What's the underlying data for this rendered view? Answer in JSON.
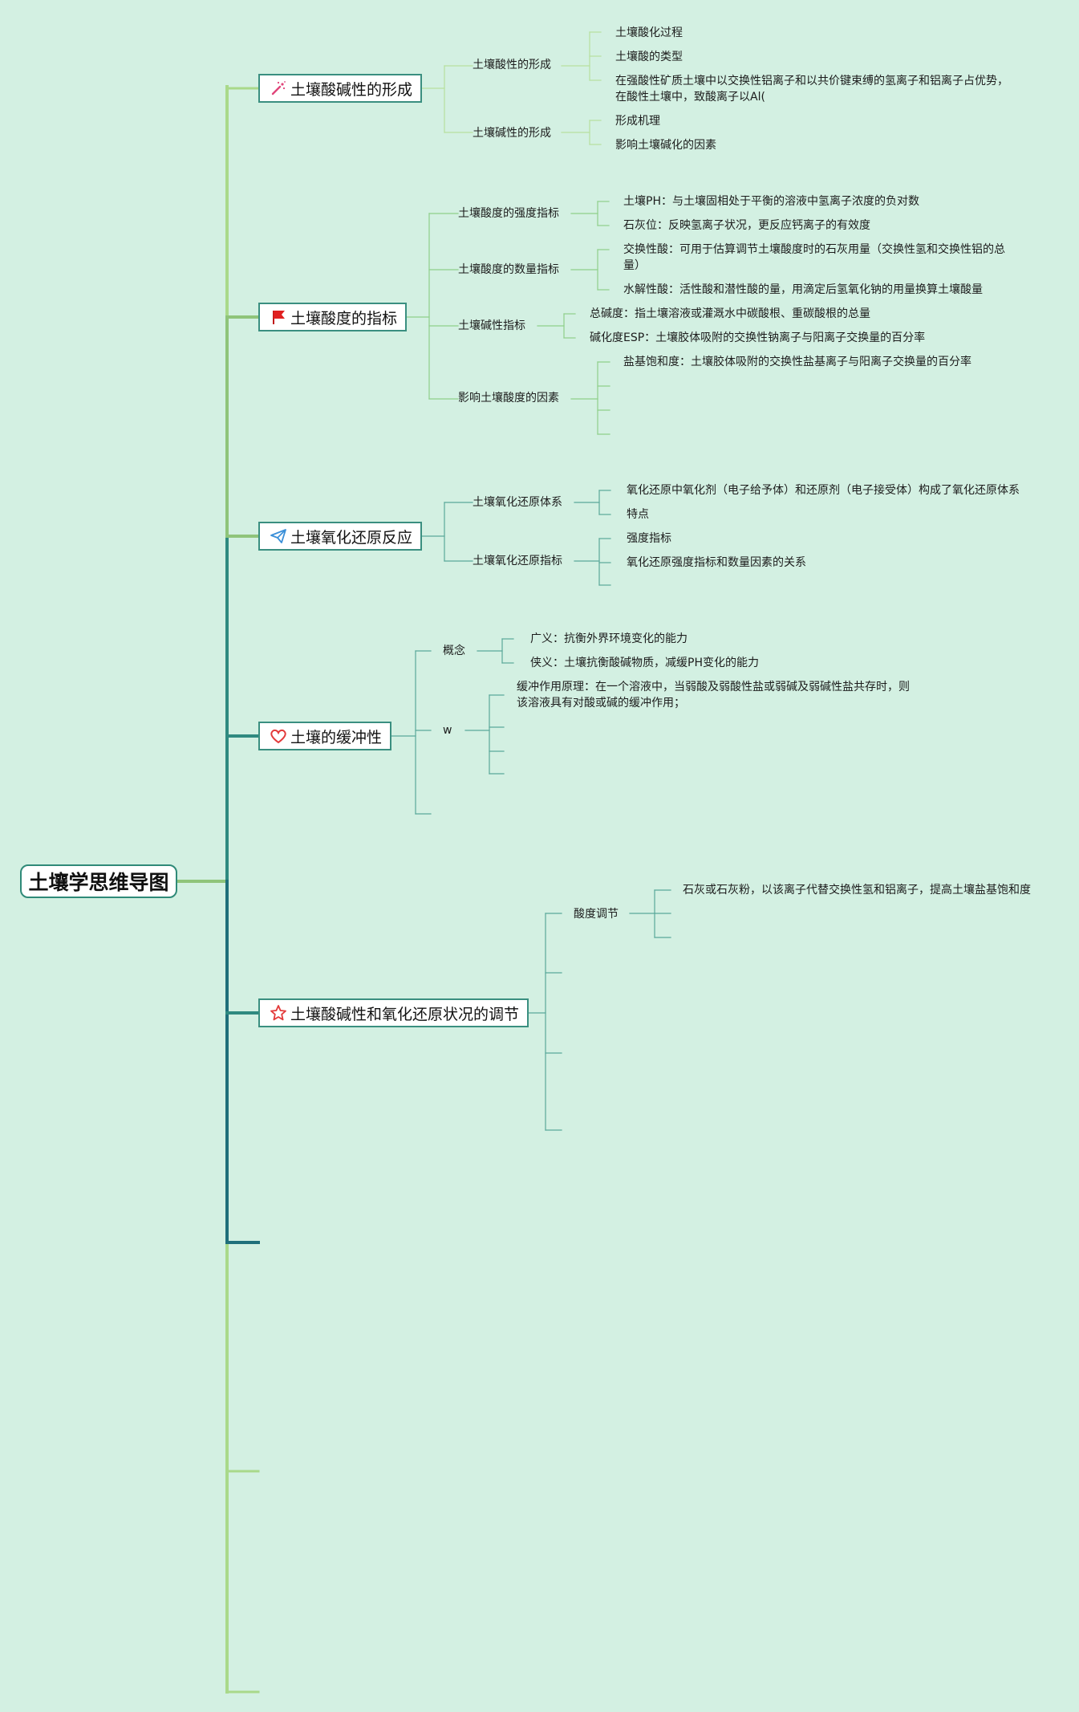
{
  "root": {
    "title": "土壤学思维导图"
  },
  "topics": [
    {
      "id": "t1",
      "icon": "magic-wand-icon",
      "title": "土壤酸碱性的形成",
      "children": [
        {
          "label": "土壤酸性的形成",
          "leaves": [
            "土壤酸化过程",
            "土壤酸的类型",
            "在强酸性矿质土壤中以交换性铝离子和以共价键束缚的氢离子和铝离子占优势，在酸性土壤中，致酸离子以Al("
          ]
        },
        {
          "label": "土壤碱性的形成",
          "leaves": [
            "形成机理",
            "影响土壤碱化的因素"
          ]
        }
      ]
    },
    {
      "id": "t2",
      "icon": "flag-icon",
      "title": "土壤酸度的指标",
      "children": [
        {
          "label": "土壤酸度的强度指标",
          "leaves": [
            "土壤PH：与土壤固相处于平衡的溶液中氢离子浓度的负对数",
            "石灰位：反映氢离子状况，更反应钙离子的有效度"
          ]
        },
        {
          "label": "土壤酸度的数量指标",
          "leaves": [
            "交换性酸：可用于估算调节土壤酸度时的石灰用量（交换性氢和交换性铝的总量）",
            "水解性酸：活性酸和潜性酸的量，用滴定后氢氧化钠的用量换算土壤酸量"
          ]
        },
        {
          "label": "土壤碱性指标",
          "leaves": [
            "总碱度：指土壤溶液或灌溉水中碳酸根、重碳酸根的总量",
            "碱化度ESP：土壤胶体吸附的交换性钠离子与阳离子交换量的百分率"
          ]
        },
        {
          "label": "影响土壤酸度的因素",
          "leaves": [
            "盐基饱和度：土壤胶体吸附的交换性盐基离子与阳离子交换量的百分率"
          ]
        }
      ]
    },
    {
      "id": "t3",
      "icon": "paper-plane-icon",
      "title": "土壤氧化还原反应",
      "children": [
        {
          "label": "土壤氧化还原体系",
          "leaves": [
            "氧化还原中氧化剂（电子给予体）和还原剂（电子接受体）构成了氧化还原体系",
            "特点"
          ]
        },
        {
          "label": "土壤氧化还原指标",
          "leaves": [
            "强度指标",
            "氧化还原强度指标和数量因素的关系"
          ]
        }
      ]
    },
    {
      "id": "t4",
      "icon": "heart-icon",
      "title": "土壤的缓冲性",
      "children": [
        {
          "label": "概念",
          "leaves": [
            "广义：抗衡外界环境变化的能力",
            "侠义：土壤抗衡酸碱物质，减缓PH变化的能力"
          ]
        },
        {
          "label": "w",
          "leaves": [
            "缓冲作用原理：在一个溶液中，当弱酸及弱酸性盐或弱碱及弱碱性盐共存时，则该溶液具有对酸或碱的缓冲作用；"
          ]
        }
      ]
    },
    {
      "id": "t5",
      "icon": "star-icon",
      "title": "土壤酸碱性和氧化还原状况的调节",
      "children": [
        {
          "label": "酸度调节",
          "leaves": [
            "石灰或石灰粉，以该离子代替交换性氢和铝离子，提高土壤盐基饱和度"
          ]
        }
      ]
    }
  ],
  "colors": {
    "background": "#d3f0e2",
    "branch_light": "#a9d98a",
    "branch_green": "#8fc47a",
    "branch_teal": "#2f8a80",
    "branch_dark": "#1f6f7a",
    "flag": "#e02020",
    "heart": "#e33a3a",
    "star": "#e33a3a",
    "wand": "#e0457a",
    "plane": "#3a8fd8"
  }
}
